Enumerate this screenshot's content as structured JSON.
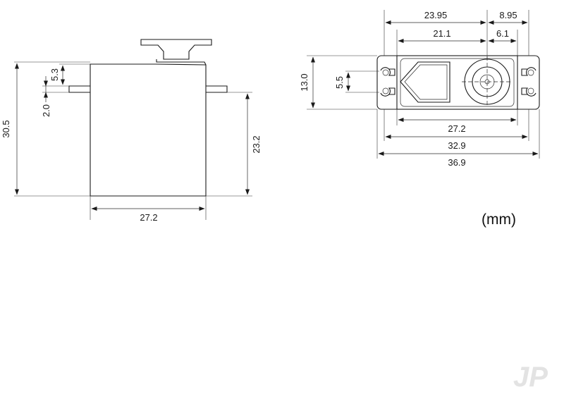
{
  "dimensions": {
    "side_total_height": "30.5",
    "side_top_to_flange": "5.3",
    "side_flange_thickness": "2.0",
    "side_flange_to_bottom": "23.2",
    "side_width": "27.2",
    "top_offset_width": "23.95",
    "top_offset_right": "8.95",
    "top_inner_width": "21.1",
    "top_inner_right": "6.1",
    "top_height": "13.0",
    "top_hole_spacing": "5.5",
    "top_body_width": "27.2",
    "top_hole_centers": "32.9",
    "top_overall_width": "36.9"
  },
  "units": "(mm)",
  "watermark": "JP"
}
